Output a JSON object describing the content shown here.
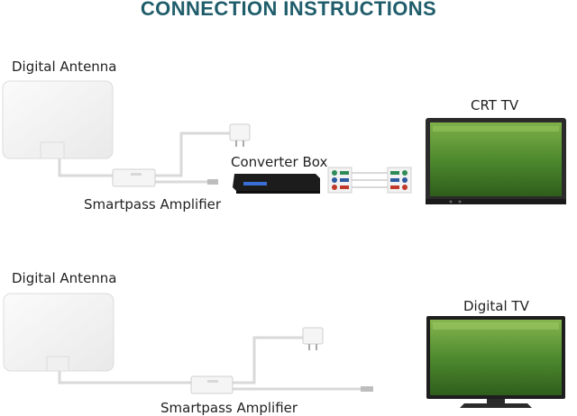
{
  "title": "CONNECTION INSTRUCTIONS",
  "colors": {
    "title": "#1f5d6b",
    "antenna": "#f3f3f3",
    "cable": "#d9d9d9",
    "tv_frame": "#2b2b2b",
    "screen_green": "#4e8a2e",
    "converter_box": "#1c1c1c",
    "rca_red": "#c0392b",
    "rca_green": "#2e8b57",
    "rca_blue": "#2c5aa0"
  },
  "diagram_crt": {
    "antenna_label": "Digital Antenna",
    "amplifier_label": "Smartpass Amplifier",
    "converter_label": "Converter Box",
    "tv_label": "CRT TV",
    "icons": [
      "antenna-icon",
      "plug-icon",
      "amplifier-icon",
      "converter-box-icon",
      "rca-cable-icon",
      "crt-tv-icon"
    ]
  },
  "diagram_digital": {
    "antenna_label": "Digital Antenna",
    "amplifier_label": "Smartpass Amplifier",
    "tv_label": "Digital TV",
    "icons": [
      "antenna-icon",
      "plug-icon",
      "amplifier-icon",
      "coax-connector-icon",
      "digital-tv-icon"
    ]
  }
}
